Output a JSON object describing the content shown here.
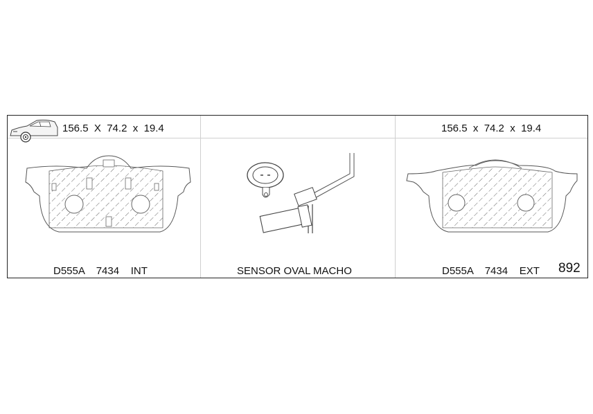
{
  "sheet": {
    "left_dimensions": "156.5  X  74.2  x  19.4",
    "right_dimensions": "156.5  x  74.2  x  19.4",
    "left_caption": "D555A    7434    INT",
    "center_caption": "SENSOR OVAL MACHO",
    "right_caption": "D555A    7434    EXT",
    "page_number": "892"
  },
  "icons": {
    "vehicle": "car-icon",
    "inner_pad": "brake-pad-inner-drawing",
    "sensor": "wear-sensor-drawing",
    "outer_pad": "brake-pad-outer-drawing"
  }
}
